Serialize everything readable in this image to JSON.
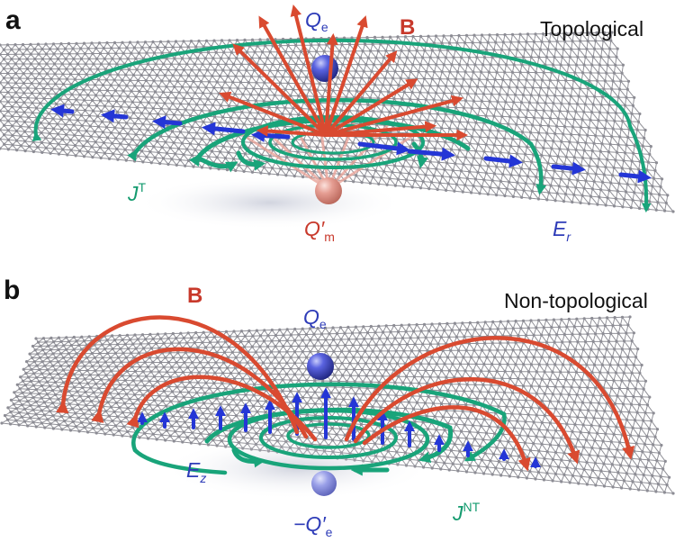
{
  "panel_a": {
    "letter": "a",
    "title": "Topological",
    "field": "B",
    "charge_label": "Q",
    "charge_sub": "e",
    "mirror_label": "Q′",
    "mirror_sub": "m",
    "current_label": "J",
    "current_sup": "T",
    "efield_label": "E",
    "efield_sub": "r"
  },
  "panel_b": {
    "letter": "b",
    "title": "Non-topological",
    "field": "B",
    "charge_label": "Q",
    "charge_sub": "e",
    "mirror_label": "−Q′",
    "mirror_sub": "e",
    "current_label": "J",
    "current_sup": "NT",
    "efield_label": "E",
    "efield_sub": "z"
  },
  "colors": {
    "field": "#d94a30",
    "current": "#19a47a",
    "efield": "#2436d6",
    "sheet": "#7d7d85",
    "charge": "#3a44c8",
    "mirror_charge": "#e08a80"
  }
}
